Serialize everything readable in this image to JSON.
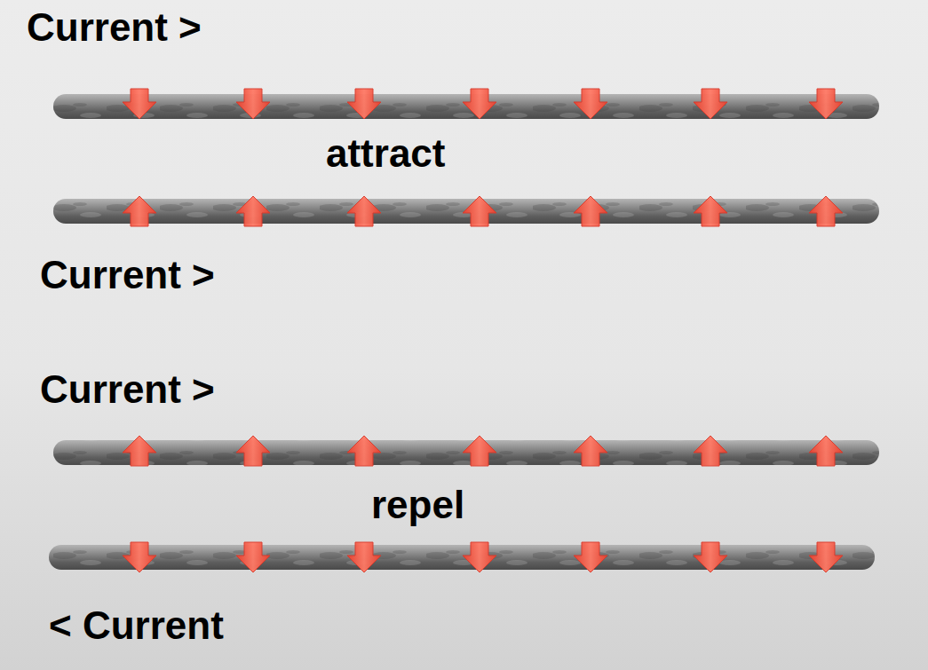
{
  "diagram": {
    "labels": [
      "Current >",
      "attract",
      "Current >",
      "Current >",
      "repel",
      "< Current"
    ]
  }
}
